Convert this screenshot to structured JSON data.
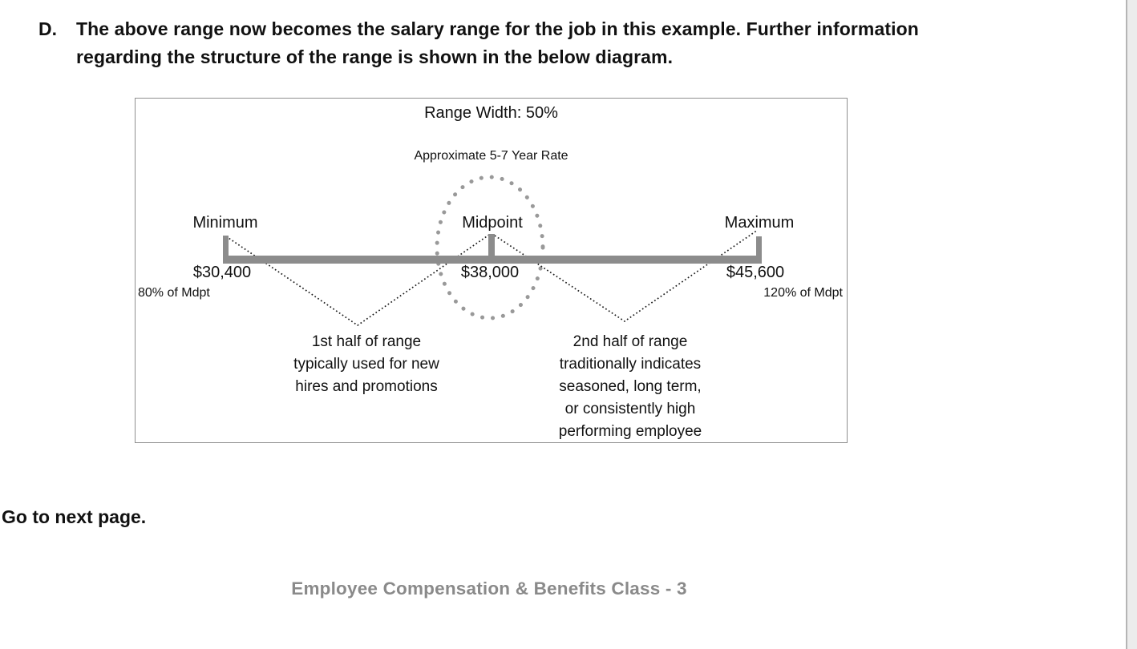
{
  "page": {
    "item_label": "D.",
    "paragraph": "The above range now becomes the salary range for the job in this example. Further information regarding the structure of the range is shown in the below diagram.",
    "next_page_text": "Go to next page.",
    "footer_text": "Employee Compensation & Benefits Class - 3"
  },
  "diagram": {
    "title": "Range Width: 50%",
    "subtitle": "Approximate 5-7 Year Rate",
    "minimum": {
      "label": "Minimum",
      "value": "$30,400",
      "note": "80% of Mdpt"
    },
    "midpoint": {
      "label": "Midpoint",
      "value": "$38,000"
    },
    "maximum": {
      "label": "Maximum",
      "value": "$45,600",
      "note": "120% of Mdpt"
    },
    "left_note": {
      "line1": "1st half of range",
      "line2": "typically used for new",
      "line3": "hires and promotions"
    },
    "right_note": {
      "line1": "2nd half of range",
      "line2": "traditionally indicates",
      "line3": "seasoned, long term,",
      "line4": "or consistently high",
      "line5": "performing employee"
    },
    "colors": {
      "bar_gray": "#8c8c8c",
      "ellipse_gray": "#999999",
      "brace_line": "#1c1c1c",
      "box_border": "#8f8f8f",
      "footer_gray": "#8a8a8a",
      "text_black": "#111111"
    }
  }
}
